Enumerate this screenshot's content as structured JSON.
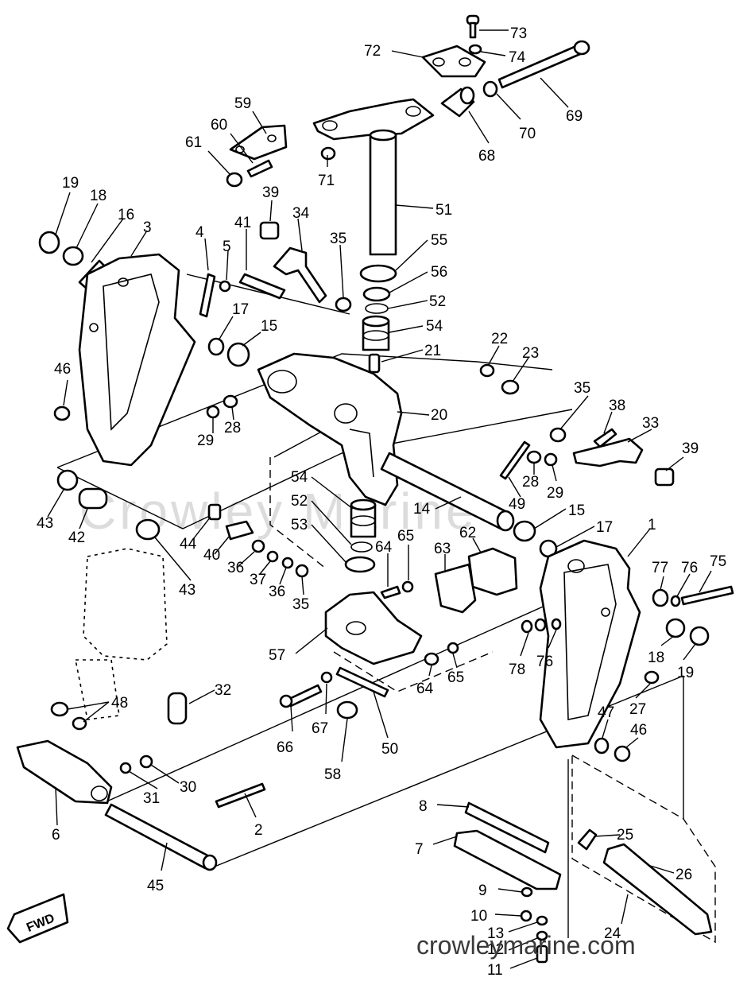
{
  "watermark": {
    "large": "Crowley Marine",
    "small": "crowleymarine.com"
  },
  "fwd_label": "FWD",
  "callouts": [
    {
      "id": "73",
      "text": "73"
    },
    {
      "id": "72",
      "text": "72"
    },
    {
      "id": "74",
      "text": "74"
    },
    {
      "id": "69",
      "text": "69"
    },
    {
      "id": "70",
      "text": "70"
    },
    {
      "id": "68",
      "text": "68"
    },
    {
      "id": "59",
      "text": "59"
    },
    {
      "id": "60",
      "text": "60"
    },
    {
      "id": "61",
      "text": "61"
    },
    {
      "id": "71",
      "text": "71"
    },
    {
      "id": "51",
      "text": "51"
    },
    {
      "id": "19a",
      "text": "19"
    },
    {
      "id": "18a",
      "text": "18"
    },
    {
      "id": "16",
      "text": "16"
    },
    {
      "id": "3",
      "text": "3"
    },
    {
      "id": "4",
      "text": "4"
    },
    {
      "id": "5",
      "text": "5"
    },
    {
      "id": "39a",
      "text": "39"
    },
    {
      "id": "41",
      "text": "41"
    },
    {
      "id": "34",
      "text": "34"
    },
    {
      "id": "35a",
      "text": "35"
    },
    {
      "id": "55",
      "text": "55"
    },
    {
      "id": "56",
      "text": "56"
    },
    {
      "id": "52a",
      "text": "52"
    },
    {
      "id": "54a",
      "text": "54"
    },
    {
      "id": "21",
      "text": "21"
    },
    {
      "id": "22",
      "text": "22"
    },
    {
      "id": "23",
      "text": "23"
    },
    {
      "id": "46a",
      "text": "46"
    },
    {
      "id": "17a",
      "text": "17"
    },
    {
      "id": "15a",
      "text": "15"
    },
    {
      "id": "29a",
      "text": "29"
    },
    {
      "id": "28a",
      "text": "28"
    },
    {
      "id": "20",
      "text": "20"
    },
    {
      "id": "35b",
      "text": "35"
    },
    {
      "id": "38",
      "text": "38"
    },
    {
      "id": "33",
      "text": "33"
    },
    {
      "id": "39b",
      "text": "39"
    },
    {
      "id": "28b",
      "text": "28"
    },
    {
      "id": "29b",
      "text": "29"
    },
    {
      "id": "49",
      "text": "49"
    },
    {
      "id": "14",
      "text": "14"
    },
    {
      "id": "15b",
      "text": "15"
    },
    {
      "id": "17b",
      "text": "17"
    },
    {
      "id": "54b",
      "text": "54"
    },
    {
      "id": "52b",
      "text": "52"
    },
    {
      "id": "53",
      "text": "53"
    },
    {
      "id": "43a",
      "text": "43"
    },
    {
      "id": "42",
      "text": "42"
    },
    {
      "id": "43b",
      "text": "43"
    },
    {
      "id": "44",
      "text": "44"
    },
    {
      "id": "40",
      "text": "40"
    },
    {
      "id": "36a",
      "text": "36"
    },
    {
      "id": "37",
      "text": "37"
    },
    {
      "id": "36b",
      "text": "36"
    },
    {
      "id": "35c",
      "text": "35"
    },
    {
      "id": "64a",
      "text": "64"
    },
    {
      "id": "65a",
      "text": "65"
    },
    {
      "id": "62",
      "text": "62"
    },
    {
      "id": "63",
      "text": "63"
    },
    {
      "id": "1",
      "text": "1"
    },
    {
      "id": "77",
      "text": "77"
    },
    {
      "id": "76a",
      "text": "76"
    },
    {
      "id": "75",
      "text": "75"
    },
    {
      "id": "57",
      "text": "57"
    },
    {
      "id": "78",
      "text": "78"
    },
    {
      "id": "76b",
      "text": "76"
    },
    {
      "id": "18b",
      "text": "18"
    },
    {
      "id": "19b",
      "text": "19"
    },
    {
      "id": "64b",
      "text": "64"
    },
    {
      "id": "65b",
      "text": "65"
    },
    {
      "id": "27",
      "text": "27"
    },
    {
      "id": "32",
      "text": "32"
    },
    {
      "id": "48",
      "text": "48"
    },
    {
      "id": "66",
      "text": "66"
    },
    {
      "id": "67",
      "text": "67"
    },
    {
      "id": "50",
      "text": "50"
    },
    {
      "id": "47",
      "text": "47"
    },
    {
      "id": "46b",
      "text": "46"
    },
    {
      "id": "58",
      "text": "58"
    },
    {
      "id": "30",
      "text": "30"
    },
    {
      "id": "31",
      "text": "31"
    },
    {
      "id": "2",
      "text": "2"
    },
    {
      "id": "6",
      "text": "6"
    },
    {
      "id": "8",
      "text": "8"
    },
    {
      "id": "25",
      "text": "25"
    },
    {
      "id": "7",
      "text": "7"
    },
    {
      "id": "26",
      "text": "26"
    },
    {
      "id": "45",
      "text": "45"
    },
    {
      "id": "9",
      "text": "9"
    },
    {
      "id": "10",
      "text": "10"
    },
    {
      "id": "24",
      "text": "24"
    },
    {
      "id": "13",
      "text": "13"
    },
    {
      "id": "12",
      "text": "12"
    },
    {
      "id": "11",
      "text": "11"
    }
  ]
}
